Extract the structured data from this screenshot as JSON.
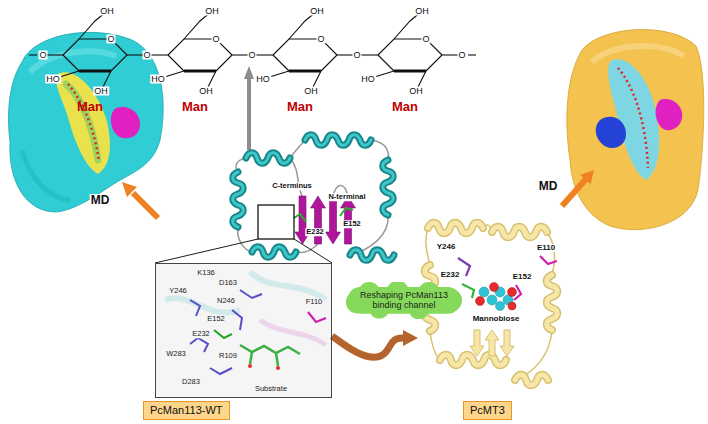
{
  "diagram": {
    "nodes": [
      {
        "text": [
          "K136",
          "D163",
          "Y246",
          "N246",
          "F110",
          "E152",
          "E232",
          "R109",
          "W283",
          "D283",
          "Substrate"
        ]
      },
      {
        "text": [
          "Reshaping PcMan113 binding channel"
        ]
      },
      {
        "text": [
          "Y246",
          "E232",
          "E152",
          "E110",
          "Mannobiose"
        ]
      },
      {
        "text": [
          "PcMan113-WT"
        ]
      },
      {
        "text": [
          "PcMT3"
        ]
      }
    ],
    "edges": [
      {
        "from": 0,
        "to": 2,
        "arrow": "to"
      }
    ],
    "labels": [
      "O",
      "OH",
      "O",
      "HO",
      "OH",
      "O",
      "OH",
      "O",
      "HO",
      "OH",
      "O",
      "OH",
      "O",
      "HO",
      "OH",
      "O",
      "OH",
      "O",
      "HO",
      "OH",
      "O",
      "Man",
      "Man",
      "Man",
      "Man",
      "C-terminus",
      "N-terminal",
      "E232",
      "E152",
      "MD",
      "MD"
    ]
  }
}
